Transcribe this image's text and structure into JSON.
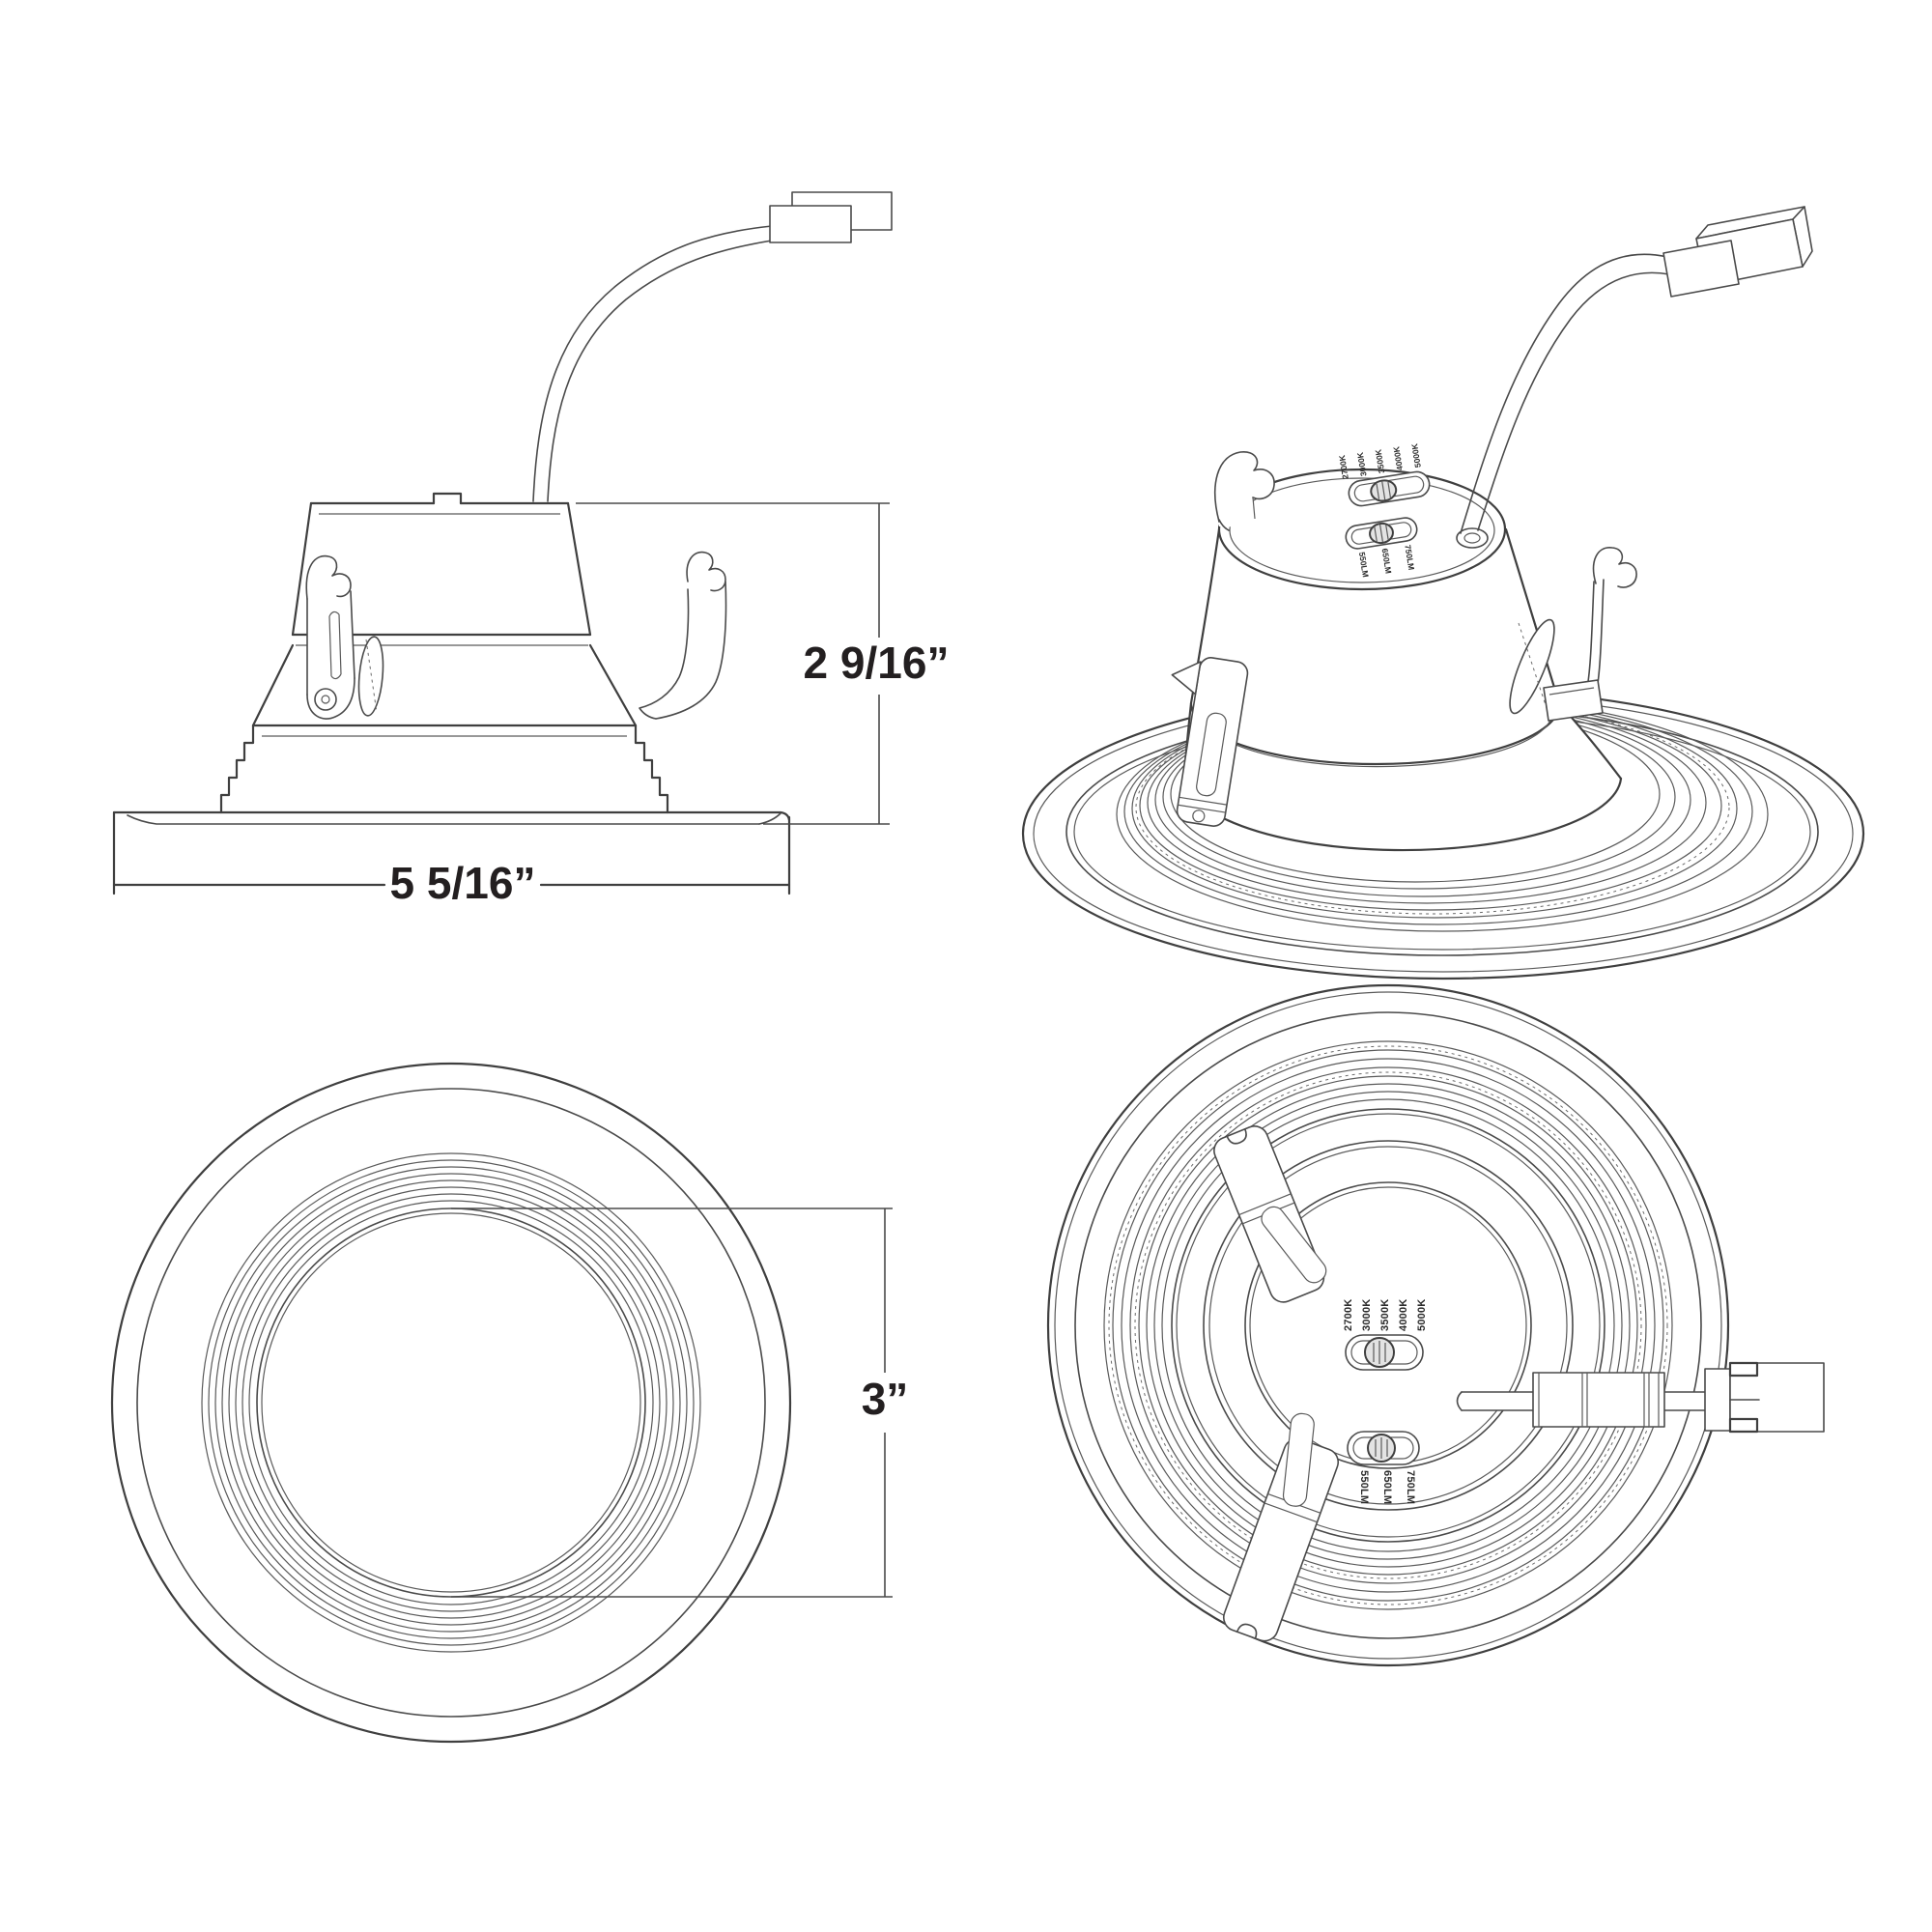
{
  "drawing": {
    "line_color": "#3f3f3f",
    "text_color": "#231f20",
    "dimensions": {
      "height": "2 9/16”",
      "width": "5 5/16”",
      "aperture": "3”"
    },
    "switches": {
      "cct_options": [
        "2700K",
        "3000K",
        "3500K",
        "4000K",
        "5000K"
      ],
      "lumen_options": [
        "550LM",
        "650LM",
        "750LM"
      ]
    }
  }
}
